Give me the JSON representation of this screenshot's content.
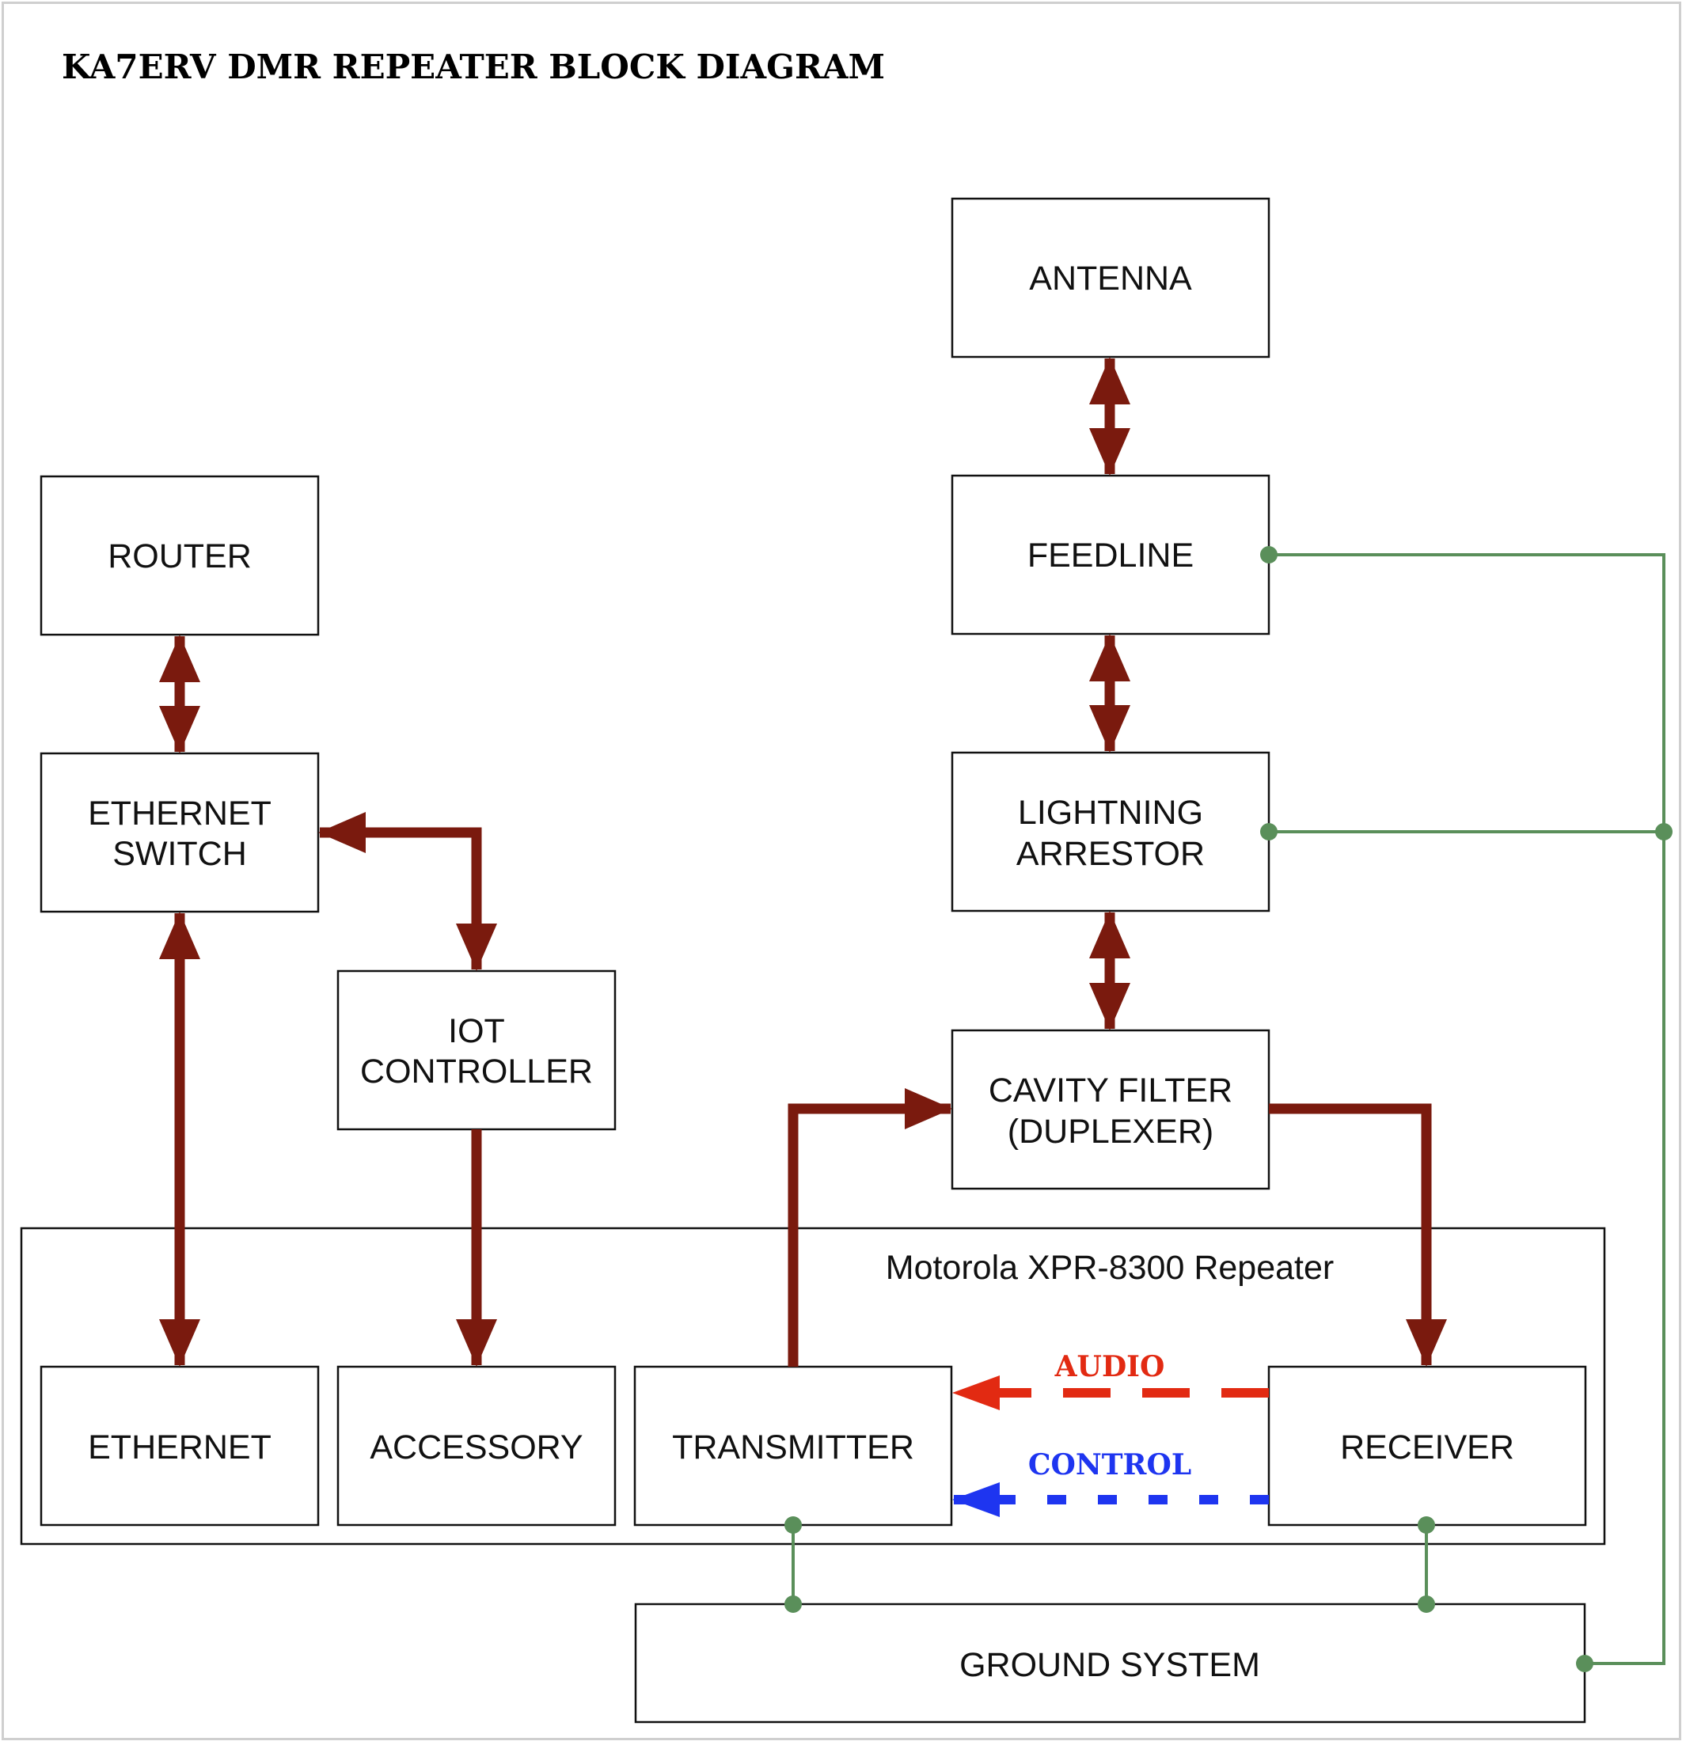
{
  "title": "KA7ERV DMR REPEATER BLOCK DIAGRAM",
  "colors": {
    "rf_arrow": "#7a1a0e",
    "ground": "#5a8f5a",
    "audio": "#e22a12",
    "control": "#1e35f0"
  },
  "blocks": {
    "antenna": [
      "ANTENNA"
    ],
    "router": [
      "ROUTER"
    ],
    "feedline": [
      "FEEDLINE"
    ],
    "ethernet_switch": [
      "ETHERNET",
      "SWITCH"
    ],
    "lightning_arrestor": [
      "LIGHTNING",
      "ARRESTOR"
    ],
    "iot_controller": [
      "IOT",
      "CONTROLLER"
    ],
    "cavity_filter": [
      "CAVITY FILTER",
      "(DUPLEXER)"
    ],
    "ethernet": [
      "ETHERNET"
    ],
    "accessory": [
      "ACCESSORY"
    ],
    "transmitter": [
      "TRANSMITTER"
    ],
    "receiver": [
      "RECEIVER"
    ],
    "ground_system": [
      "GROUND SYSTEM"
    ]
  },
  "repeater": {
    "label": "Motorola XPR-8300 Repeater"
  },
  "signals": {
    "audio": "AUDIO",
    "control": "CONTROL"
  }
}
